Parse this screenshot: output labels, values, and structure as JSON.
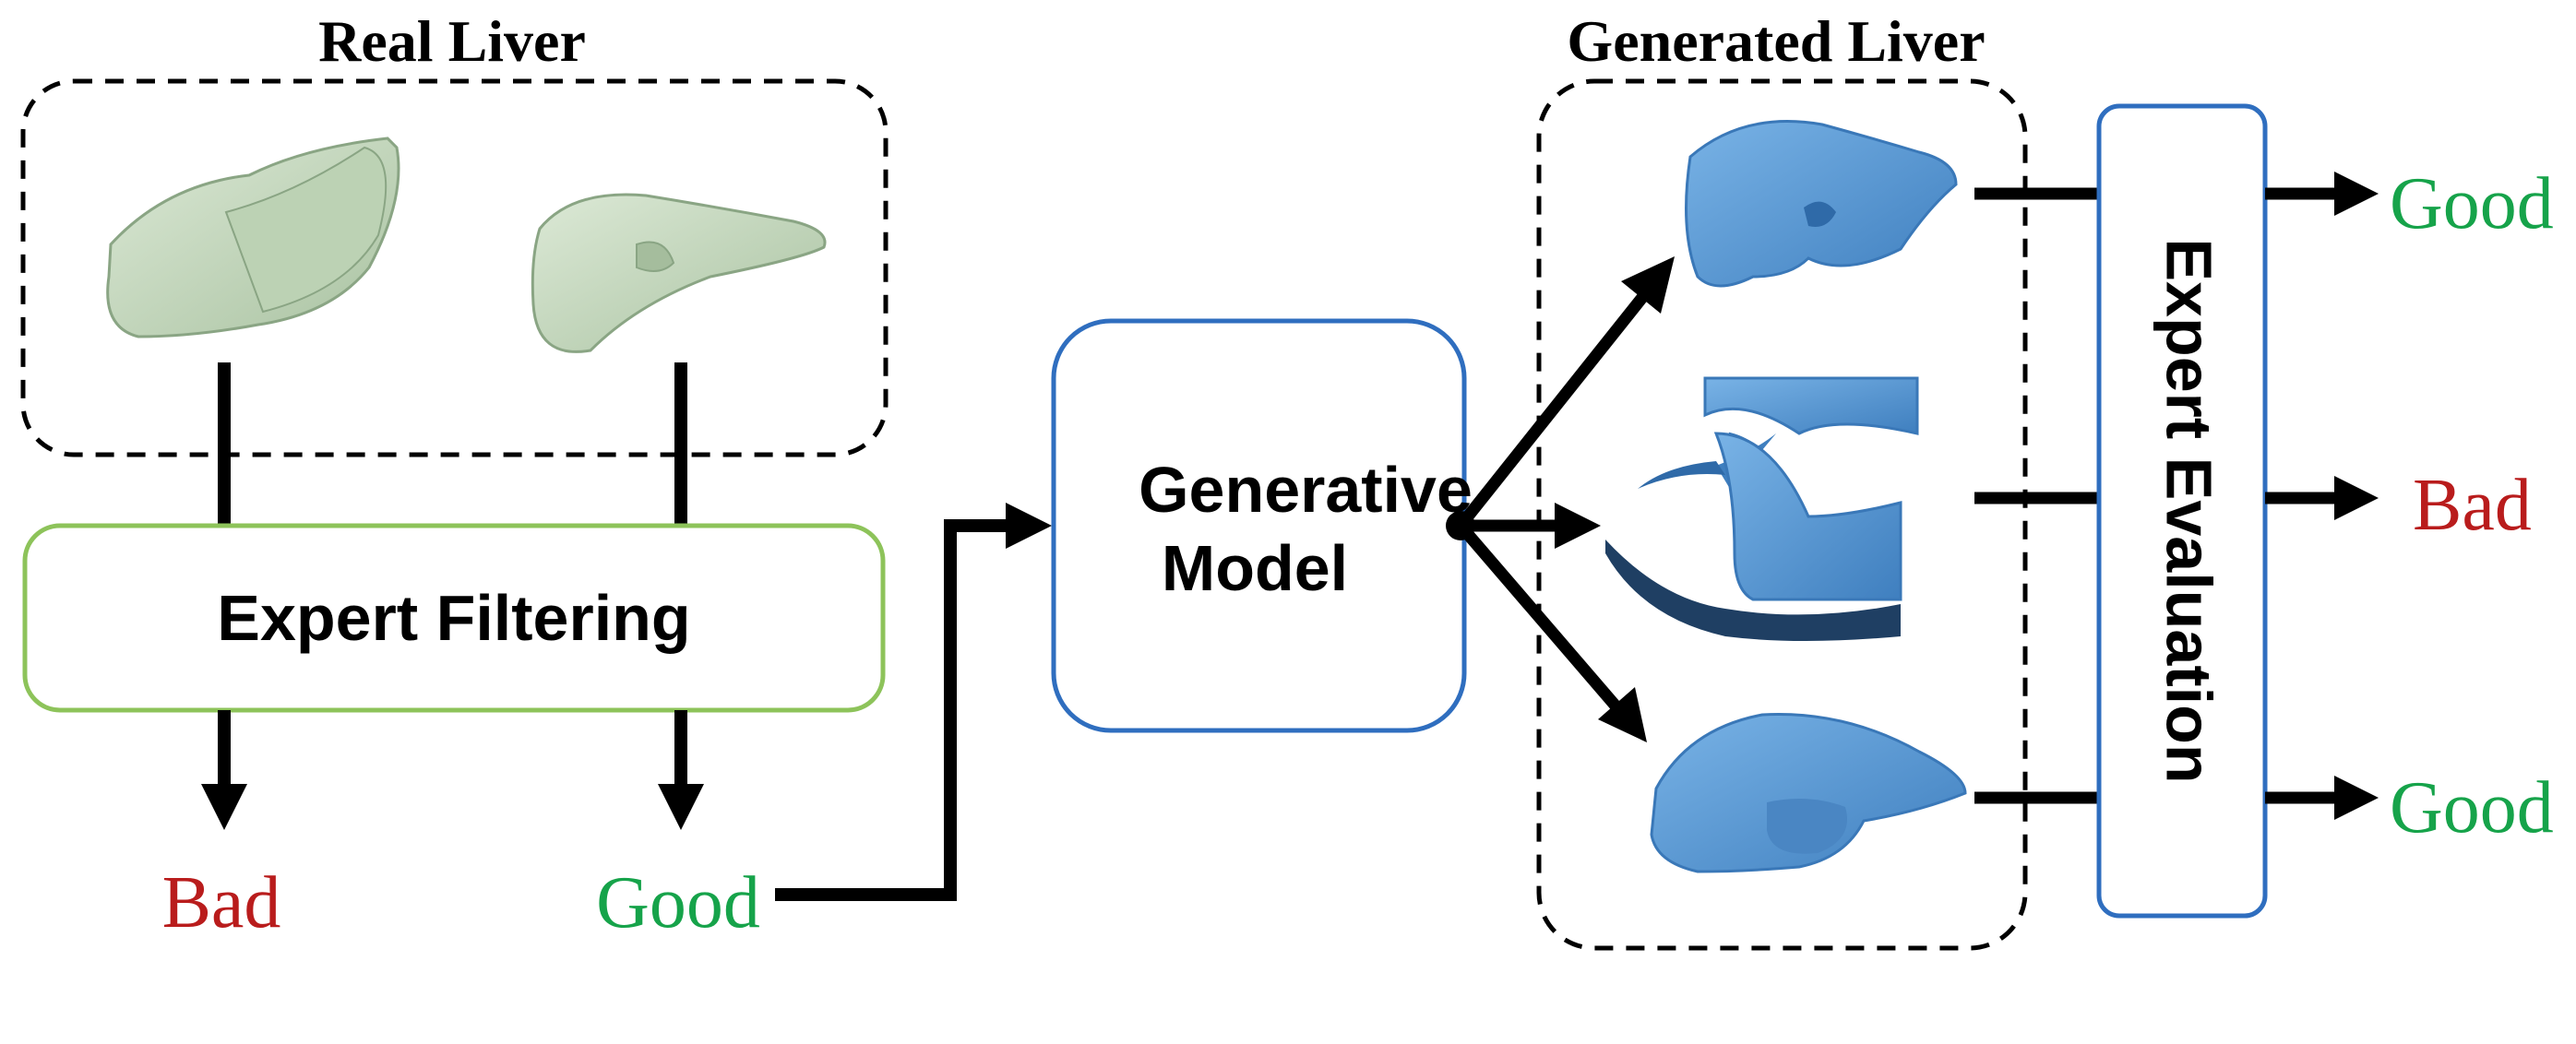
{
  "titles": {
    "real": "Real Liver",
    "generated": "Generated Liver"
  },
  "boxes": {
    "filtering": "Expert Filtering",
    "model_line1": "Generative",
    "model_line2": "Model",
    "evaluation": "Expert Evaluation"
  },
  "filter_outcomes": {
    "left": "Bad",
    "right": "Good"
  },
  "evaluation_outcomes": {
    "top": "Good",
    "middle": "Bad",
    "bottom": "Good"
  },
  "colors": {
    "good": "#16a34a",
    "bad": "#b91c1c",
    "real_liver": "#c6d8c0",
    "generated_liver": "#5b9bd5",
    "filter_border": "#8dc35a",
    "model_border": "#2f6ebf"
  },
  "icons": {
    "real_liver_1": "liver-3d-green",
    "real_liver_2": "liver-3d-green",
    "gen_liver_1": "liver-3d-blue",
    "gen_liver_2": "liver-3d-blue-broken",
    "gen_liver_3": "liver-3d-blue"
  }
}
